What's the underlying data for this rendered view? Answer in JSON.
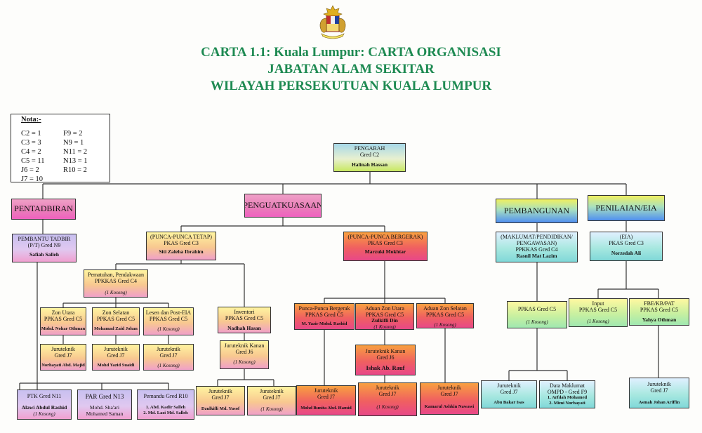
{
  "title": {
    "line1": "CARTA 1.1: Kuala Lumpur: CARTA ORGANISASI",
    "line2": "JABATAN ALAM SEKITAR",
    "line3": "WILAYAH PERSEKUTUAN KUALA LUMPUR"
  },
  "nota": {
    "heading": "Nota:-",
    "left": [
      "C2 =  1",
      "C3 =  3",
      "C4 =  2",
      "C5 =  11",
      "J6 =  2",
      "J7 =  10"
    ],
    "right": [
      "F9 =  2",
      "N9 =  1",
      "N11 =  2",
      "N13 =  1",
      "R10 =  2"
    ]
  },
  "nodes": {
    "pengarah": {
      "t1": "PENGARAH",
      "t2": "Gred C2",
      "name": "Halinah Hassan"
    },
    "pentadbiran": "PENTADBIRAN",
    "penguatkuasaan": "PENGUATKUASAAN",
    "pembangunan": "PEMBANGUNAN",
    "penilaian": "PENILAIAN/EIA",
    "pembantu_tadbir": {
      "t1": "PEMBANTU TADBIR",
      "t2": "(P/T) Gred N9",
      "name": "Safiah Salleh"
    },
    "punca_tetap": {
      "t1": "(PUNCA-PUNCA TETAP)",
      "t2": "PKAS Gred C3",
      "name": "Siti Zaleha Ibrahim"
    },
    "punca_bergerak": {
      "t1": "(PUNCA-PUNCA BERGERAK)",
      "t2": "PKAS Gred C3",
      "name": "Marzuki Mokhtar"
    },
    "maklumat": {
      "t1": "(MAKLUMAT/PENDIDIKAN/",
      "t2": "PENGAWASAN)",
      "t3": "PPKKAS Gred C4",
      "name": "Rasnil Mat Lazim"
    },
    "eia": {
      "t1": "(EIA)",
      "t2": "PKAS Gred C3",
      "name": "Norzedah Ali"
    },
    "pematuhan": {
      "t1": "Pematuhan, Pendakwaan",
      "t2": "PPKKAS Gred C4",
      "k": "(1 Kosong)"
    },
    "inventori": {
      "t1": "Inventori",
      "t2": "PPKAS Gred C5",
      "name": "Nadhah Hasan"
    },
    "zon_utara": {
      "t1": "Zon Utara",
      "t2": "PPKAS Gred C5",
      "name": "Mohd. Nohar Othman"
    },
    "zon_selatan": {
      "t1": "Zon Selatan",
      "t2": "PPKAS Gred C5",
      "name": "Mohamad Zaid Johan"
    },
    "lesen": {
      "t1": "Lesen dan Post-EIA",
      "t2": "PPKAS Gred C5",
      "k": "(1 Kosong)"
    },
    "pb_punca": {
      "t1": "Punca-Punca Bergerak",
      "t2": "PPKAS Gred C5",
      "name": "M. Yazir Mohd. Rashid"
    },
    "aduan_utara": {
      "t1": "Aduan Zon Utara",
      "t2": "PPKAS Gred C5",
      "name": "Zulkifli Din",
      "k": "(1 Kosong)"
    },
    "aduan_selatan": {
      "t1": "Aduan Zon Selatan",
      "t2": "PPKAS Gred C5",
      "k": "(1 Kosong)"
    },
    "ppkas_pem": {
      "t1": "PPKAS Gred C5",
      "k": "(1 Kosong)"
    },
    "input": {
      "t1": "Input",
      "t2": "PPKAS Gred C5",
      "k": "(1 Kosong)"
    },
    "fbe": {
      "t1": "FBE/KB/PAT",
      "t2": "PPKAS Gred C5",
      "name": "Yahya Othman"
    },
    "jt1": {
      "t1": "Juruteknik",
      "t2": "Gred J7",
      "name": "Norhayati Abd. Majid"
    },
    "jt2": {
      "t1": "Juruteknik",
      "t2": "Gred J7",
      "name": "Mohd Yazid Suaidi"
    },
    "jt3": {
      "t1": "Juruteknik",
      "t2": "Gred J7",
      "k": "(1 Kosong)"
    },
    "jt_kanan_inv": {
      "t1": "Juruteknik Kanan",
      "t2": "Gred J6",
      "k": "(1 Kosong)"
    },
    "jt_kanan_ad": {
      "t1": "Juruteknik Kanan",
      "t2": "Gred J6",
      "name": "Ishak Ab. Rauf"
    },
    "ptk": {
      "t1": "PTK Gred N11",
      "name": "Alawi Abdul Rashid",
      "k": "(1 Kosong)"
    },
    "par": {
      "t1": "PAR Gred N13",
      "name1": "Mohd. Sha'ari",
      "name2": "Mohamed Saman"
    },
    "pemandu": {
      "t1": "Pemandu Gred R10",
      "name1": "1. Abd. Kadir Salleh",
      "name2": "2. Md. Lazi Md. Salleh"
    },
    "jt_a": {
      "t1": "Juruteknik",
      "t2": "Gred J7",
      "name": "Dzulkifli Md. Yusof"
    },
    "jt_b": {
      "t1": "Juruteknik",
      "t2": "Gred J7",
      "k": "(1 Kosong)"
    },
    "jt_c": {
      "t1": "Juruteknik",
      "t2": "Gred J7",
      "name": "Mohd Bunita Abd. Hamid"
    },
    "jt_d": {
      "t1": "Juruteknik",
      "t2": "Gred J7",
      "k": "(1 Kosong)"
    },
    "jt_e": {
      "t1": "Juruteknik",
      "t2": "Gred J7",
      "name": "Kamarul Ashkin Nawawi"
    },
    "jt_f": {
      "t1": "Juruteknik",
      "t2": "Gred J7",
      "name": "Abu Bakar Isas"
    },
    "data": {
      "t1": "Data Maklumat",
      "t2": "OMPD - Gred F9",
      "name1": "1. Arfdah Mohamed",
      "name2": "2. Mimi Norhayati"
    },
    "jt_g": {
      "t1": "Juruteknik",
      "t2": "Gred J7",
      "name": "Asmah Johan Ariffin"
    }
  }
}
